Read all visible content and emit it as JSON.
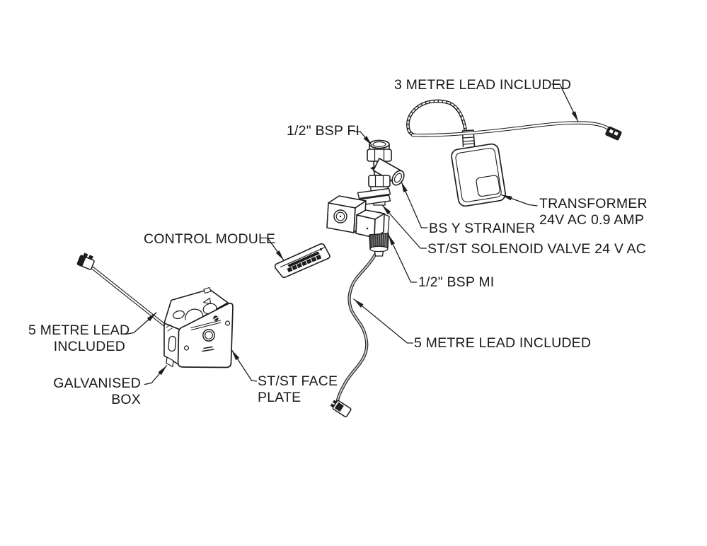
{
  "colors": {
    "background": "#ffffff",
    "line": "#1d1d1d"
  },
  "labels": {
    "lead_3m": "3 METRE LEAD INCLUDED",
    "bsp_fi": "1/2\" BSP FI",
    "transformer": {
      "line1": "TRANSFORMER",
      "line2": "24V AC 0.9 AMP"
    },
    "strainer": "BS Y STRAINER",
    "solenoid_valve": "ST/ST SOLENOID VALVE 24 V AC",
    "bsp_mi": "1/2\" BSP MI",
    "control_module": "CONTROL MODULE",
    "sensor_lead": {
      "line1": "5 METRE LEAD",
      "line2": "INCLUDED"
    },
    "galvanised_box": {
      "line1": "GALVANISED",
      "line2": "BOX"
    },
    "face_plate": {
      "line1": "ST/ST FACE",
      "line2": "PLATE"
    },
    "valve_lead": "5 METRE LEAD INCLUDED"
  }
}
